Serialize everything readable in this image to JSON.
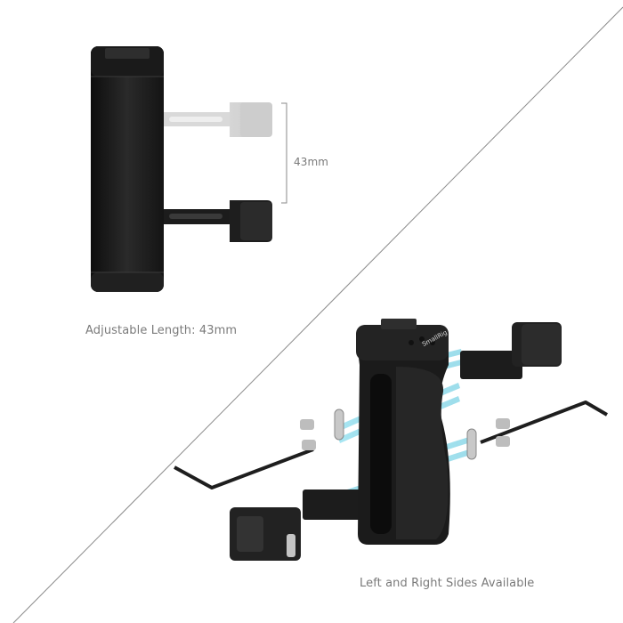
{
  "top_panel": {
    "dimension_label": "43mm",
    "caption": "Adjustable Length: 43mm"
  },
  "bottom_panel": {
    "brand_logo": "SmallRig",
    "caption": "Left and Right Sides Available"
  },
  "colors": {
    "background": "#ffffff",
    "caption_text": "#7a7a7a",
    "divider": "#8a8a8a",
    "product_black": "#1a1a1a",
    "ghost_gray": "#cfcfcf",
    "beam_blue": "#7fd3e6"
  }
}
